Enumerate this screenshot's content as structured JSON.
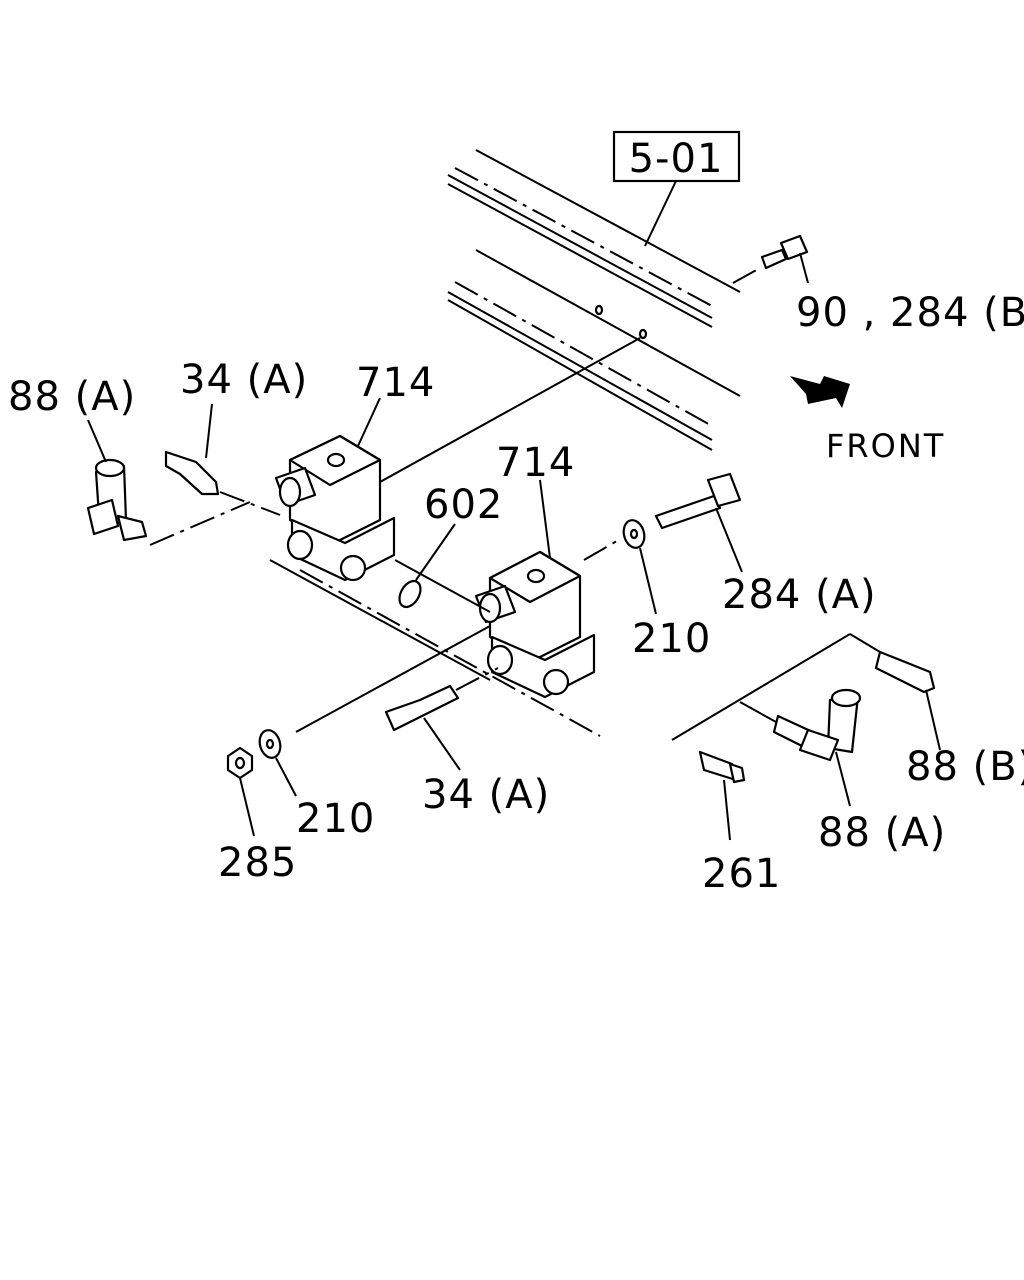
{
  "diagram": {
    "ref_box": "5-01",
    "front_label": "FRONT",
    "labels": {
      "l_90_284b": "90 , 284 (B)",
      "l_88a_left": "88 (A)",
      "l_34a_top": "34 (A)",
      "l_714_top": "714",
      "l_602": "602",
      "l_714_mid": "714",
      "l_284a": "284 (A)",
      "l_210_right": "210",
      "l_88b": "88 (B)",
      "l_88a_right": "88 (A)",
      "l_34a_bottom": "34 (A)",
      "l_210_left": "210",
      "l_285": "285",
      "l_261": "261"
    }
  }
}
